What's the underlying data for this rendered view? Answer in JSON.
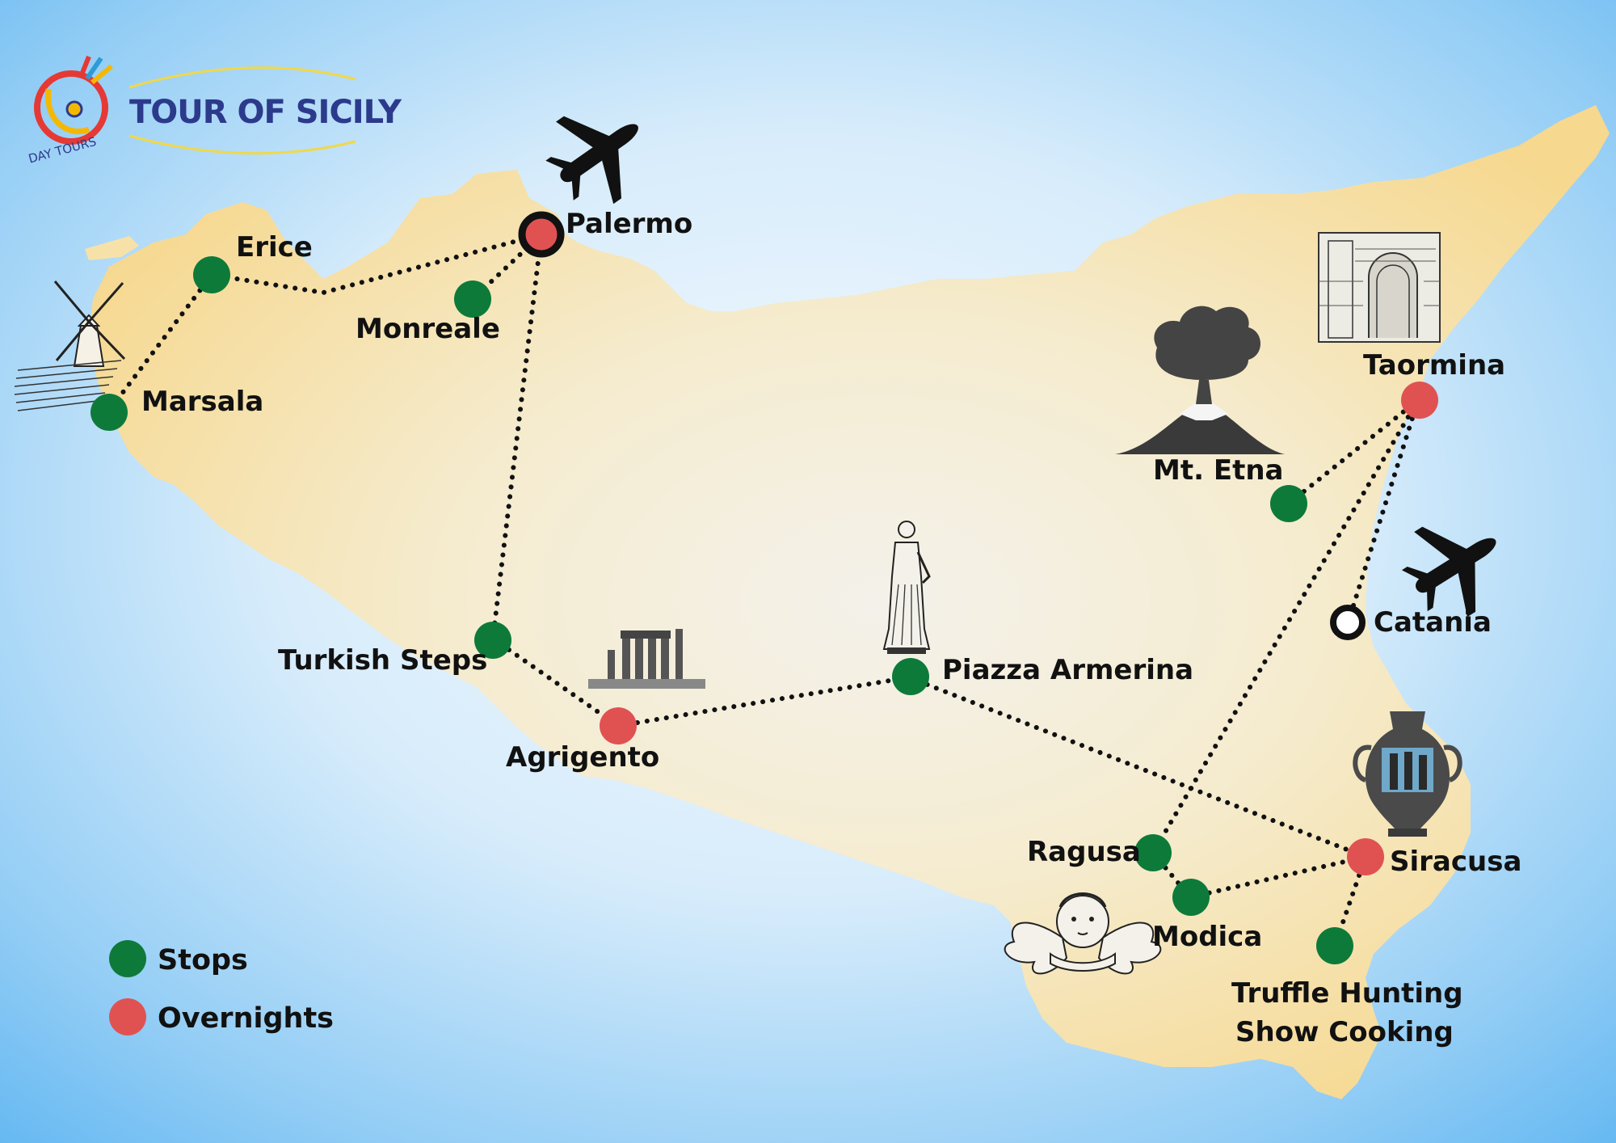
{
  "brand": {
    "title": "TOUR OF SICILY",
    "subtitle": "DAY TOURS",
    "title_color": "#2c3a8c",
    "accent_color": "#e53935"
  },
  "colors": {
    "sea_center": "#f4f9fd",
    "sea_edge": "#64b8f2",
    "land_inner": "#f3efe2",
    "land_outer": "#f6d88e",
    "stop": "#0d7a3a",
    "overnight": "#e05252",
    "route": "#111111"
  },
  "legend": {
    "stops_label": "Stops",
    "overnights_label": "Overnights"
  },
  "places": {
    "palermo": {
      "label": "Palermo",
      "type": "airport-overnight"
    },
    "erice": {
      "label": "Erice",
      "type": "stop"
    },
    "monreale": {
      "label": "Monreale",
      "type": "stop"
    },
    "marsala": {
      "label": "Marsala",
      "type": "stop"
    },
    "turkish_steps": {
      "label": "Turkish Steps",
      "type": "stop"
    },
    "agrigento": {
      "label": "Agrigento",
      "type": "overnight"
    },
    "piazza_armerina": {
      "label": "Piazza Armerina",
      "type": "stop"
    },
    "mt_etna": {
      "label": "Mt. Etna",
      "type": "stop"
    },
    "taormina": {
      "label": "Taormina",
      "type": "overnight"
    },
    "catania": {
      "label": "Catania",
      "type": "airport"
    },
    "ragusa": {
      "label": "Ragusa",
      "type": "stop"
    },
    "modica": {
      "label": "Modica",
      "type": "stop"
    },
    "siracusa": {
      "label": "Siracusa",
      "type": "overnight"
    },
    "truffle": {
      "label_line1": "Truffle Hunting",
      "label_line2": "Show Cooking",
      "type": "stop"
    }
  },
  "icons": [
    "airplane-icon-palermo",
    "airplane-icon-catania",
    "windmill-icon",
    "volcano-icon",
    "taormina-arch-icon",
    "greek-temple-icon",
    "statue-icon",
    "greek-vase-icon",
    "cherub-icon",
    "brand-logo-icon"
  ]
}
